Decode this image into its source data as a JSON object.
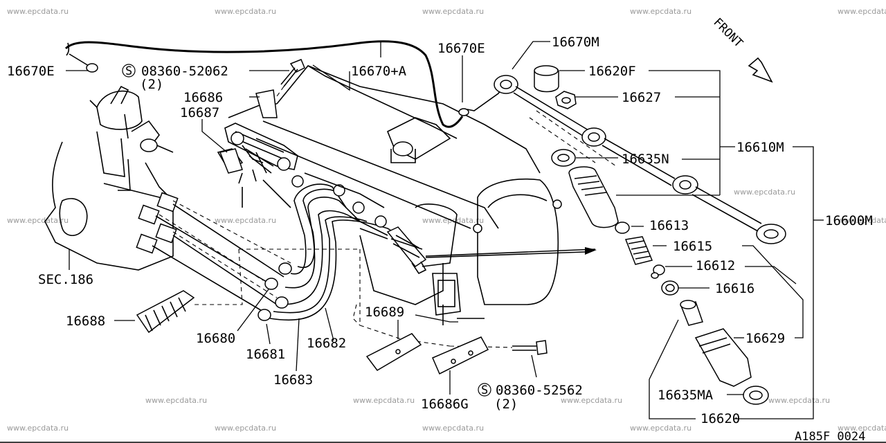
{
  "watermark": "www.epcdata.ru",
  "diagram_code": "A185F 0024",
  "front_label": "FRONT",
  "sec_ref": "SEC.186",
  "callouts": {
    "c16670E_left": "16670E",
    "bolt1_code": "08360-52062",
    "bolt1_qty": "(2)",
    "c16670A": "16670+A",
    "c16670E_top": "16670E",
    "c16670M": "16670M",
    "c16686": "16686",
    "c16687": "16687",
    "c16620F": "16620F",
    "c16627": "16627",
    "c16610M": "16610M",
    "c16635N": "16635N",
    "c16600M": "16600M",
    "c16613": "16613",
    "c16615": "16615",
    "c16612": "16612",
    "c16616": "16616",
    "c16629": "16629",
    "c16635MA": "16635MA",
    "c16620": "16620",
    "c16688": "16688",
    "c16680": "16680",
    "c16681": "16681",
    "c16682": "16682",
    "c16683": "16683",
    "c16689": "16689",
    "c16686G": "16686G",
    "bolt2_code": "08360-52562",
    "bolt2_qty": "(2)",
    "s_symbol": "S"
  }
}
